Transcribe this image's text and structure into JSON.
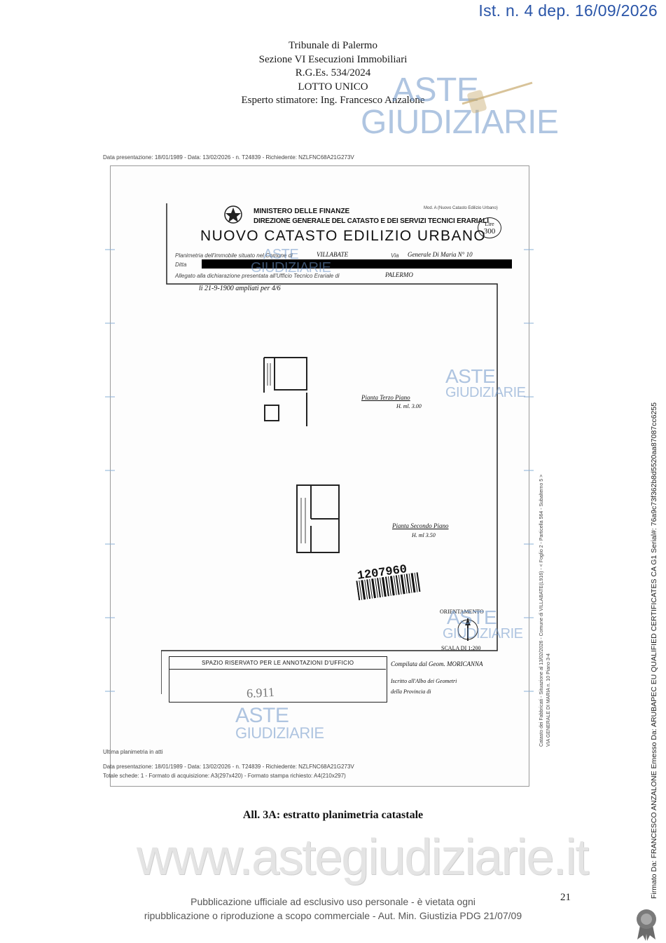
{
  "stamp": "Ist. n. 4 dep. 16/09/2026",
  "header": {
    "line1": "Tribunale di Palermo",
    "line2": "Sezione VI Esecuzioni Immobiliari",
    "line3": "R.G.Es. 534/2024",
    "line4": "LOTTO UNICO",
    "line5": "Esperto stimatore: Ing. Francesco Anzalone"
  },
  "watermark": {
    "line1": "ASTE",
    "line2": "GIUDIZIARIE"
  },
  "document": {
    "top_info": "Data presentazione: 18/01/1989 - Data: 13/02/2026 - n. T24839 - Richiedente: NZLFNC68A21G273V",
    "ministry": "MINISTERO DELLE FINANZE",
    "directorate": "DIREZIONE GENERALE DEL CATASTO E DEI SERVIZI TECNICI ERARIALI",
    "title": "NUOVO CATASTO EDILIZIO URBANO",
    "model": "Mod. A (Nuovo Catasto Edilizio Urbano)",
    "price_label": "Lire",
    "price_value": "300",
    "plan_label": "Planimetria dell'immobile situato nel Comune di",
    "comune": "VILLABATE",
    "via_label": "Via",
    "via_value": "Generale Di Maria N° 10",
    "ditta_label": "Ditta",
    "allegato": "Allegato alla dichiarazione presentata all'Ufficio Tecnico Erariale di",
    "ufficio": "PALERMO",
    "handwritten_date": "li 21-9-1900 ampliati per 4/6",
    "plan_third": "Pianta Terzo Piano",
    "plan_third_scale": "H. ml. 3.00",
    "plan_second": "Pianta Secondo Piano",
    "plan_second_scale": "H. ml 3.50",
    "barcode_number": "1207960",
    "orientation": "ORIENTAMENTO",
    "scale": "SCALA DI 1:200",
    "reserved": "SPAZIO RISERVATO PER LE ANNOTAZIONI D'UFFICIO",
    "compilata": "Compilata dal Geom. MORICANNA",
    "iscritto": "Iscritto all'Albo dei Geometri",
    "provincia": "della Provincia di",
    "office_stamp": "6.911",
    "side_info_1": "Catasto dei Fabbricati - Situazione al 13/02/2026 - Comune di VILLABATE(L916) - < Foglio 2 - Particella 564 - Subalterno 5 >",
    "side_info_2": "VIA GENERALE DI MARIA n. 10 Piano 3-4",
    "last_plan": "Ultima planimetria in atti",
    "bottom_info_1": "Data presentazione: 18/01/1989 - Data: 13/02/2026 - n. T24839 - Richiedente: NZLFNC68A21G273V",
    "bottom_info_2": "Totale schede: 1 - Formato di acquisizione: A3(297x420) - Formato stampa richiesto: A4(210x297)"
  },
  "caption": "All. 3A: estratto planimetria catastale",
  "site_watermark": "www.astegiudiziarie.it",
  "footer": {
    "line1": "Pubblicazione ufficiale ad esclusivo uso personale - è vietata ogni",
    "line2": "ripubblicazione o riproduzione a scopo commerciale - Aut. Min. Giustizia PDG 21/07/09"
  },
  "page_number": "21",
  "signature": "Firmato Da: FRANCESCO ANZALONE Emesso Da: ARUBAPEC EU QUALIFIED CERTIFICATES CA G1 Serial#: 76a9c73f362b8d5520aa87087cc6255"
}
